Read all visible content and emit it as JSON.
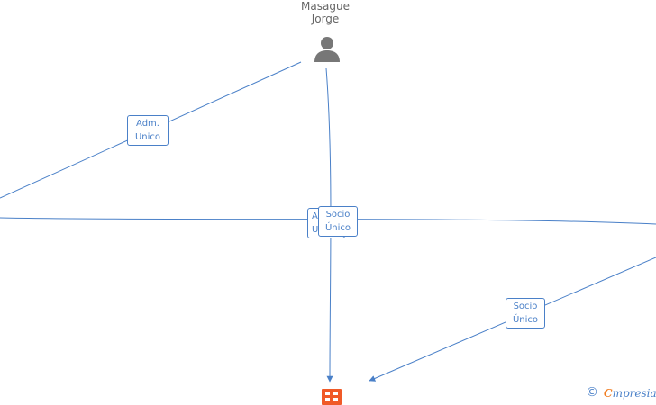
{
  "person": {
    "name_line1": "Masague",
    "name_line2": "Jorge",
    "icon": "person-icon"
  },
  "edges": {
    "adm_unico": {
      "line1": "Adm.",
      "line2": "Unico"
    },
    "hidden_label": {
      "line1": "A",
      "line2": "U"
    },
    "socio_unico_center": {
      "line1": "Socio",
      "line2": "Único"
    },
    "socio_unico_right": {
      "line1": "Socio",
      "line2": "Único"
    }
  },
  "company": {
    "icon": "building-icon"
  },
  "footer": {
    "copyright_symbol": "©",
    "brand_initial": "C",
    "brand_rest": "mpresia"
  },
  "colors": {
    "edge": "#4a80c8",
    "person_icon": "#777777",
    "company_icon": "#f05a28",
    "brand_accent": "#f07c20"
  }
}
